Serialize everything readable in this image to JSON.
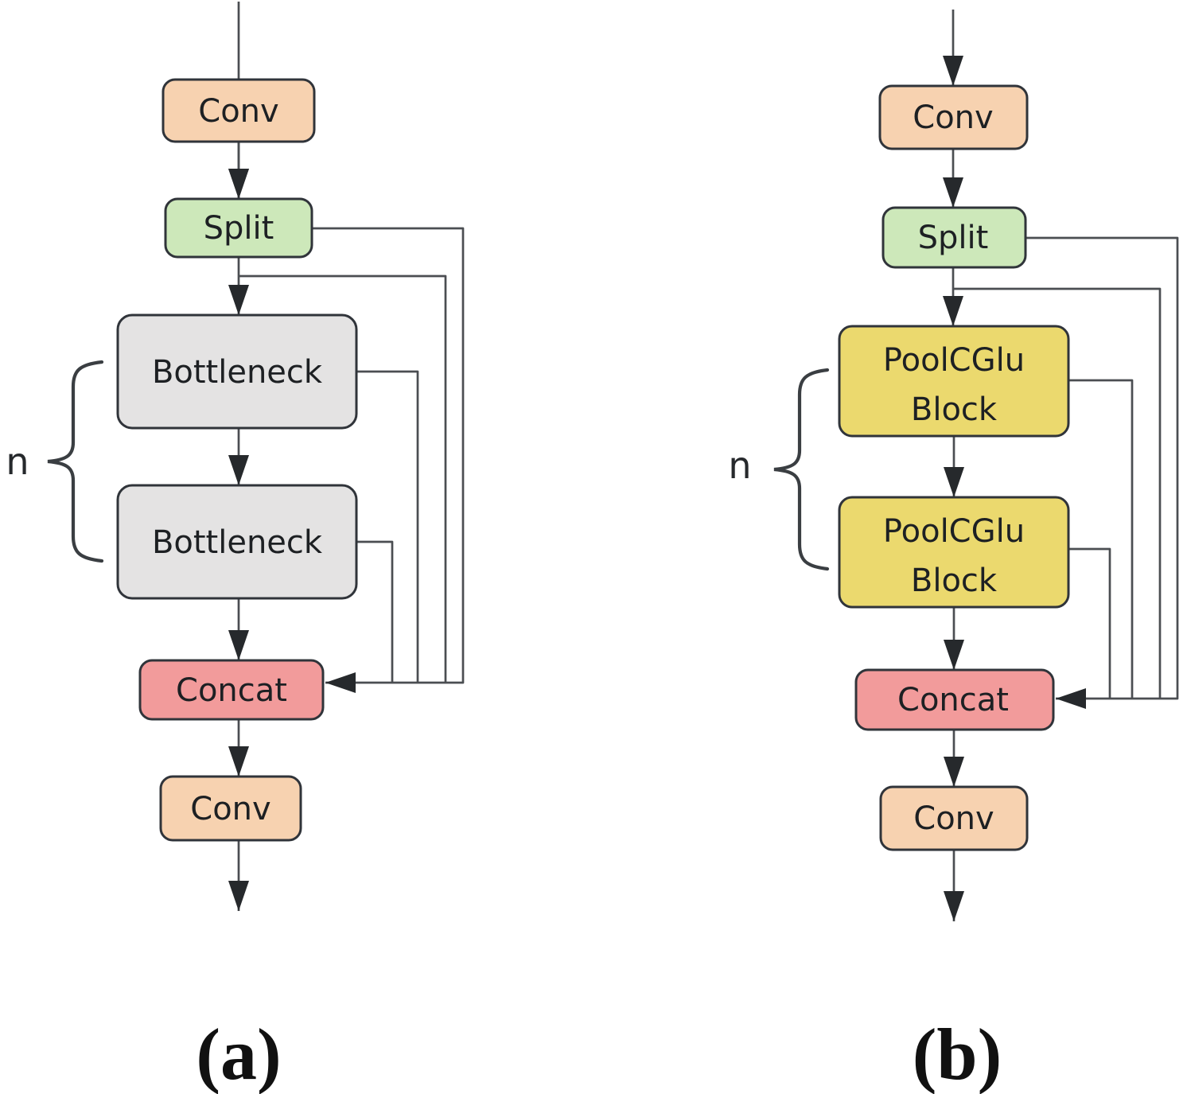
{
  "figure": {
    "type": "architecture-flowchart-comparison",
    "caption_a": "(a)",
    "caption_b": "(b)"
  },
  "colors": {
    "conv_fill": "#F7D2B0",
    "split_fill": "#CDE8BA",
    "bottleneck_fill": "#E4E3E3",
    "pool_block_fill": "#EBD96E",
    "concat_fill": "#F29B9B",
    "box_border": "#30343A",
    "line": "#4B4E52",
    "arrowhead": "#26292C",
    "text": "#1D2023"
  },
  "diagram_a": {
    "caption": "(a)",
    "repeat_label": "n",
    "nodes": {
      "conv_top": "Conv",
      "split": "Split",
      "bottleneck_1": "Bottleneck",
      "bottleneck_2": "Bottleneck",
      "concat": "Concat",
      "conv_bottom": "Conv"
    }
  },
  "diagram_b": {
    "caption": "(b)",
    "repeat_label": "n",
    "nodes": {
      "conv_top": "Conv",
      "split": "Split",
      "block_1_line_1": "PoolCGlu",
      "block_1_line_2": "Block",
      "block_2_line_1": "PoolCGlu",
      "block_2_line_2": "Block",
      "concat": "Concat",
      "conv_bottom": "Conv"
    }
  }
}
